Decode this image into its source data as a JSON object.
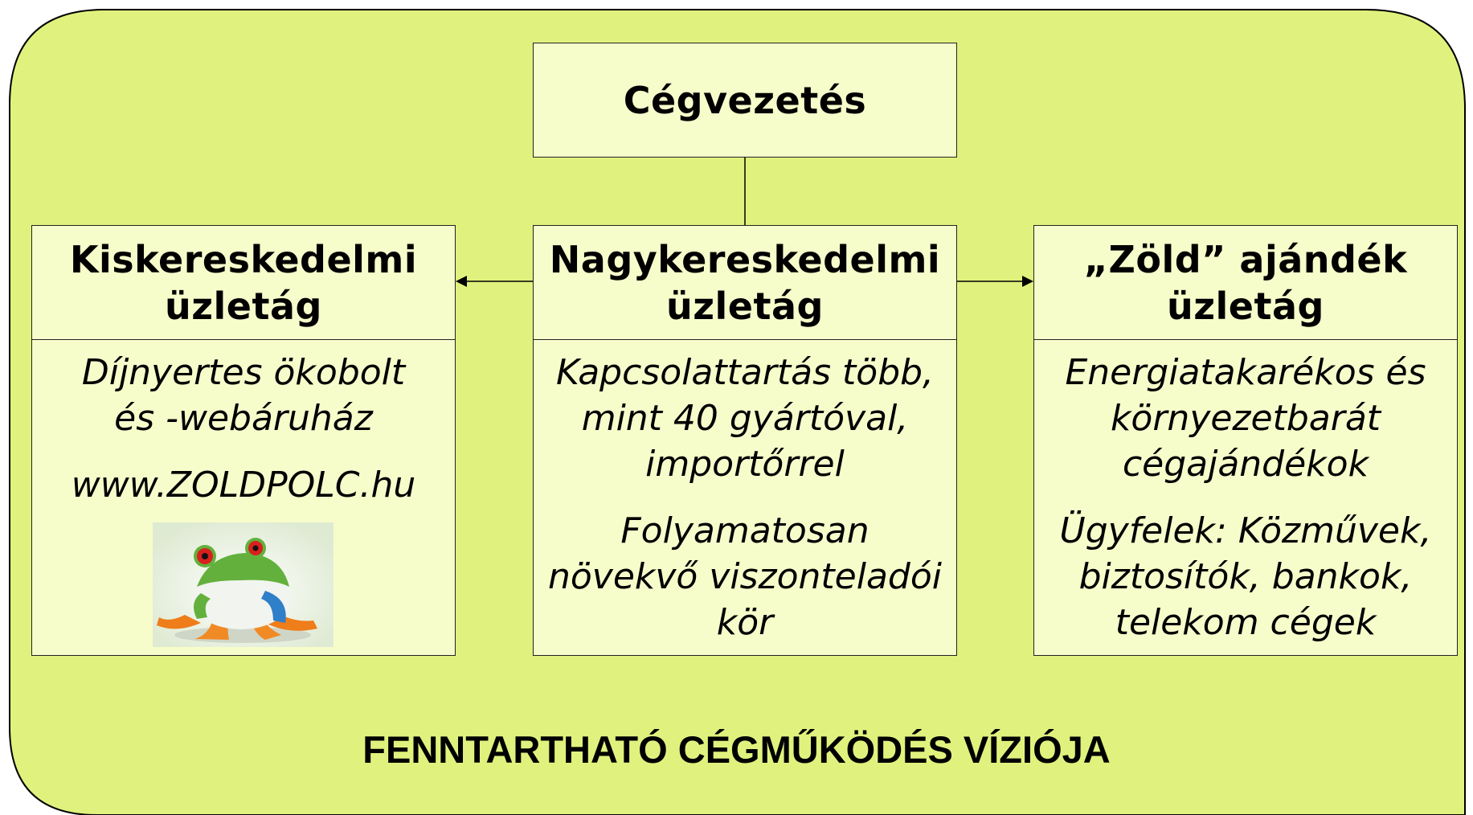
{
  "colors": {
    "background": "#e0f27d",
    "box_fill": "#f7fccb",
    "border": "#222222"
  },
  "top": {
    "title": "Cégvezetés"
  },
  "left": {
    "title_line1": "Kiskereskedelmi",
    "title_line2": "üzletág",
    "desc_line1": "Díjnyertes ökobolt",
    "desc_line2": "és -webáruház",
    "url": "www.ZOLDPOLC.hu",
    "image_icon": "frog-photo"
  },
  "middle": {
    "title_line1": "Nagykereskedelmi",
    "title_line2": "üzletág",
    "p1_line1": "Kapcsolattartás több,",
    "p1_line2": "mint 40 gyártóval,",
    "p1_line3": "importőrrel",
    "p2_line1": "Folyamatosan",
    "p2_line2": "növekvő viszonteladói",
    "p2_line3": "kör"
  },
  "right": {
    "title_line1": "„Zöld” ajándék",
    "title_line2": "üzletág",
    "p1_line1": "Energiatakarékos és",
    "p1_line2": "környezetbarát",
    "p1_line3": "cégajándékok",
    "p2_line1": "Ügyfelek: Közművek,",
    "p2_line2": "biztosítók, bankok,",
    "p2_line3": "telekom cégek"
  },
  "footer": "FENNTARTHATÓ CÉGMŰKÖDÉS VÍZIÓJA"
}
